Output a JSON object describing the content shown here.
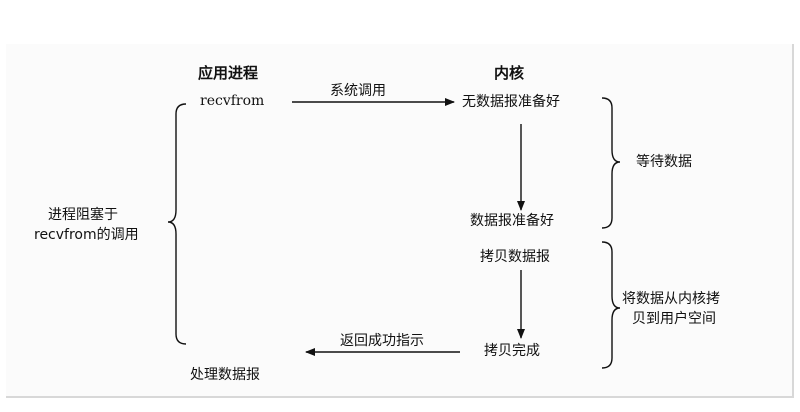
{
  "diagram": {
    "app_process_title": "应用进程",
    "kernel_title": "内核",
    "recvfrom_label": "recvfrom",
    "syscall_label": "系统调用",
    "no_datagram_ready": "无数据报准备好",
    "wait_data": "等待数据",
    "datagram_ready": "数据报准备好",
    "process_blocked_line1": "进程阻塞于",
    "process_blocked_line2": "recvfrom的调用",
    "copy_datagram": "拷贝数据报",
    "copy_to_user_line1": "将数据从内核拷",
    "copy_to_user_line2": "贝到用户空间",
    "return_success": "返回成功指示",
    "copy_complete": "拷贝完成",
    "process_datagram": "处理数据报"
  }
}
